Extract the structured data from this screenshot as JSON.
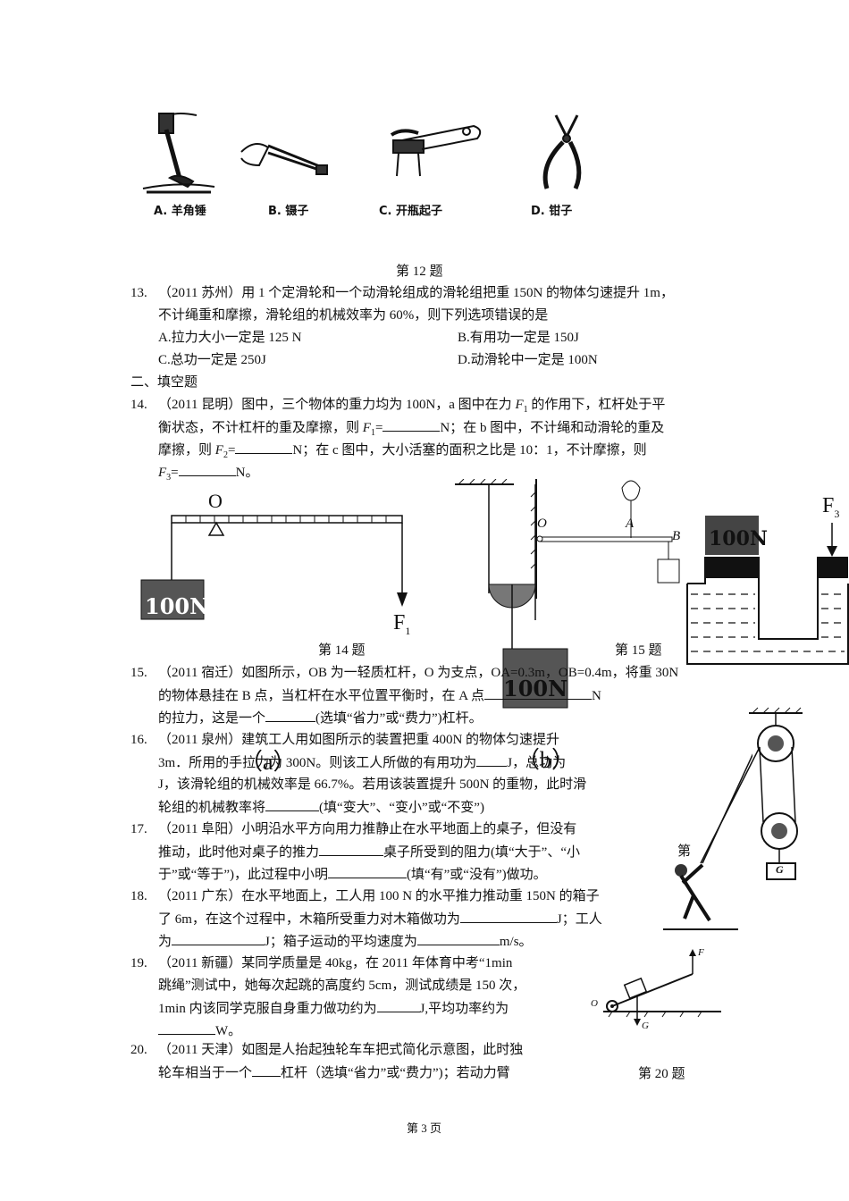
{
  "q12": {
    "tools": [
      "A. 羊角锤",
      "B. 镊子",
      "C. 开瓶起子",
      "D. 钳子"
    ],
    "caption": "第 12 题"
  },
  "q13": {
    "num": "13.",
    "line1": "（2011 苏州）用 1 个定滑轮和一个动滑轮组成的滑轮组把重 150N 的物体匀速提升 1m，",
    "line2": "不计绳重和摩擦，滑轮组的机械效率为 60%，则下列选项错误的是",
    "optA": "A.拉力大小一定是 125 N",
    "optB": "B.有用功一定是 150J",
    "optC": "C.总功一定是 250J",
    "optD": "D.动滑轮中一定是 100N"
  },
  "section2": "二、填空题",
  "q14": {
    "num": "14.",
    "l1a": "（2011 昆明）图中，三个物体的重力均为 100N，a 图中在力 ",
    "l1b": " 的作用下，杠杆处于平",
    "l2a": "衡状态，不计杠杆的重及摩擦，则 ",
    "l2b": "N；在 b 图中，不计绳和动滑轮的重及",
    "l3a": "摩擦，则 ",
    "l3b": "N；在 c 图中，大小活塞的面积之比是 10：1，不计摩擦，则",
    "l4b": "N。",
    "F": "F",
    "sub1": "1",
    "sub2": "2",
    "sub3": "3",
    "eq": "="
  },
  "fig14": {
    "O": "O",
    "weight": "100N",
    "F1": "F",
    "F1sub": "1",
    "caption": "第 14 题"
  },
  "fig15": {
    "O": "O",
    "A": "A",
    "B": "B",
    "weight": "100N",
    "caption": "第 15 题"
  },
  "figC": {
    "weight": "100N",
    "F3": "F",
    "F3sub": "3"
  },
  "labels": {
    "a": "（a）",
    "b": "（b）"
  },
  "q15": {
    "num": "15.",
    "l1": "（2011 宿迁）如图所示，OB 为一轻质杠杆，O 为支点，OA=0.3m，OB=0.4m，将重 30N",
    "l2a": "的物体悬挂在 B 点，当杠杆在水平位置平衡时，在 A 点",
    "l2b": "N",
    "l3a": "的拉力，这是一个",
    "l3b": "(选填“省力”或“费力”)杠杆。"
  },
  "q16": {
    "num": "16.",
    "l1": "（2011 泉州）建筑工人用如图所示的装置把重 400N 的物体匀速提升",
    "l2a": "3m．所用的手拉力为 300N。则该工人所做的有用功为",
    "l2b": "J，总功为",
    "l3": "J，该滑轮组的机械效率是 66.7%。若用该装置提升 500N 的重物，此时滑",
    "l4a": "轮组的机械教率将",
    "l4b": "(填“变大”、“变小”或“不变”)"
  },
  "q17": {
    "num": "17.",
    "l1": "（2011 阜阳）小明沿水平方向用力推静止在水平地面上的桌子，但没有",
    "l2a": "推动，此时他对桌子的推力",
    "l2b": "桌子所受到的阻力(填“大于”、“小",
    "l3a": "于”或“等于”)，此过程中小明",
    "l3b": "(填“有”或“没有”)做功。",
    "side": "第"
  },
  "q18": {
    "num": "18.",
    "l1": "（2011 广东）在水平地面上，工人用 100 N 的水平推力推动重 150N 的箱子",
    "l2a": "了 6m，在这个过程中，木箱所受重力对木箱做功为",
    "l2b": "J；工人",
    "l3a": "为",
    "l3b": "J；箱子运动的平均速度为",
    "l3c": "m/s。"
  },
  "q19": {
    "num": "19.",
    "l1": "（2011 新疆）某同学质量是 40kg，在 2011 年体育中考“1min",
    "l2": "跳绳”测试中，她每次起跳的高度约 5cm，测试成绩是 150 次，",
    "l3a": "1min  内该同学克服自身重力做功约为",
    "l3b": "J,平均功率约为",
    "l4b": "W。"
  },
  "q20": {
    "num": "20.",
    "l1": "（2011 天津）如图是人抬起独轮车车把式简化示意图，此时独",
    "l2a": "轮车相当于一个",
    "l2b": "杠杆（选填“省力”或“费力”)；若动力臂",
    "caption": "第 20 题"
  },
  "fig20": {
    "O": "O",
    "F": "F",
    "G": "G"
  },
  "fig16": {
    "G": "G"
  },
  "footer": "第 3 页"
}
